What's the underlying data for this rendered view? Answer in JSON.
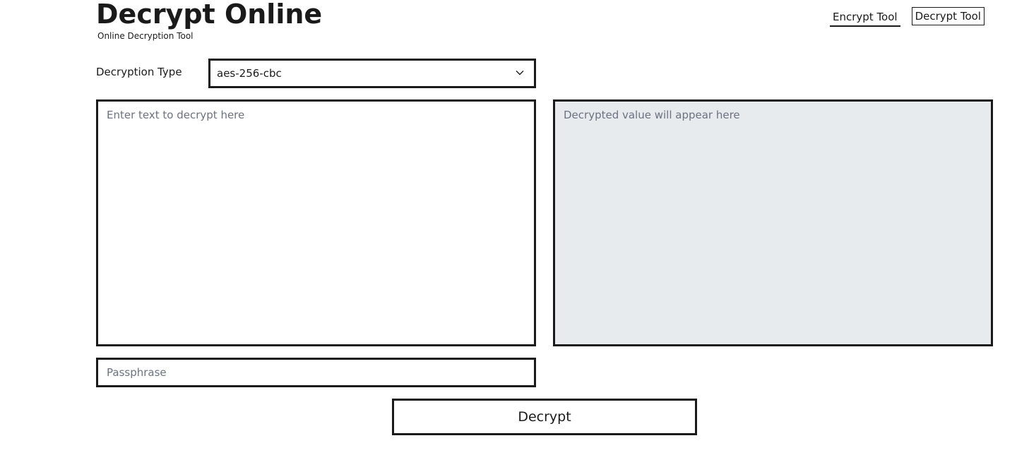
{
  "header": {
    "title": "Decrypt Online",
    "subtitle": "Online Decryption Tool"
  },
  "nav": {
    "items": [
      {
        "label": "Encrypt Tool",
        "style": "underline"
      },
      {
        "label": "Decrypt Tool",
        "style": "boxed"
      }
    ]
  },
  "form": {
    "type_label": "Decryption Type",
    "type_selected": "aes-256-cbc",
    "type_icon": "chevron-down-icon",
    "input_placeholder": "Enter text to decrypt here",
    "input_value": "",
    "output_placeholder": "Decrypted value will appear here",
    "output_value": "",
    "passphrase_placeholder": "Passphrase",
    "passphrase_value": "",
    "submit_label": "Decrypt"
  },
  "colors": {
    "text": "#1a1a1a",
    "border": "#1a1a1a",
    "output_background": "#e8ebee",
    "placeholder": "#6b7280"
  }
}
